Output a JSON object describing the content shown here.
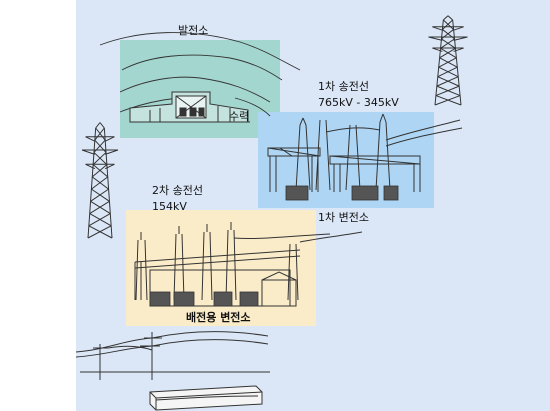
{
  "colors": {
    "background": "#dbe7f7",
    "plant_panel": "#a3d6cf",
    "primary_substation_panel": "#aed6f4",
    "distribution_substation_panel": "#fbecc9",
    "line": "#333333"
  },
  "labels": {
    "power_plant": "발전소",
    "hydro": "수력",
    "primary_transmission": "1차 송전선",
    "primary_voltage": "765kV - 345kV",
    "primary_substation": "1차 변전소",
    "secondary_transmission": "2차 송전선",
    "secondary_voltage": "154kV",
    "distribution_substation": "배전용 변전소"
  },
  "icons": [
    "transmission-tower-icon",
    "hydro-dam-icon",
    "substation-frame-icon",
    "transformer-icon",
    "utility-pole-icon",
    "cable-duct-icon"
  ]
}
